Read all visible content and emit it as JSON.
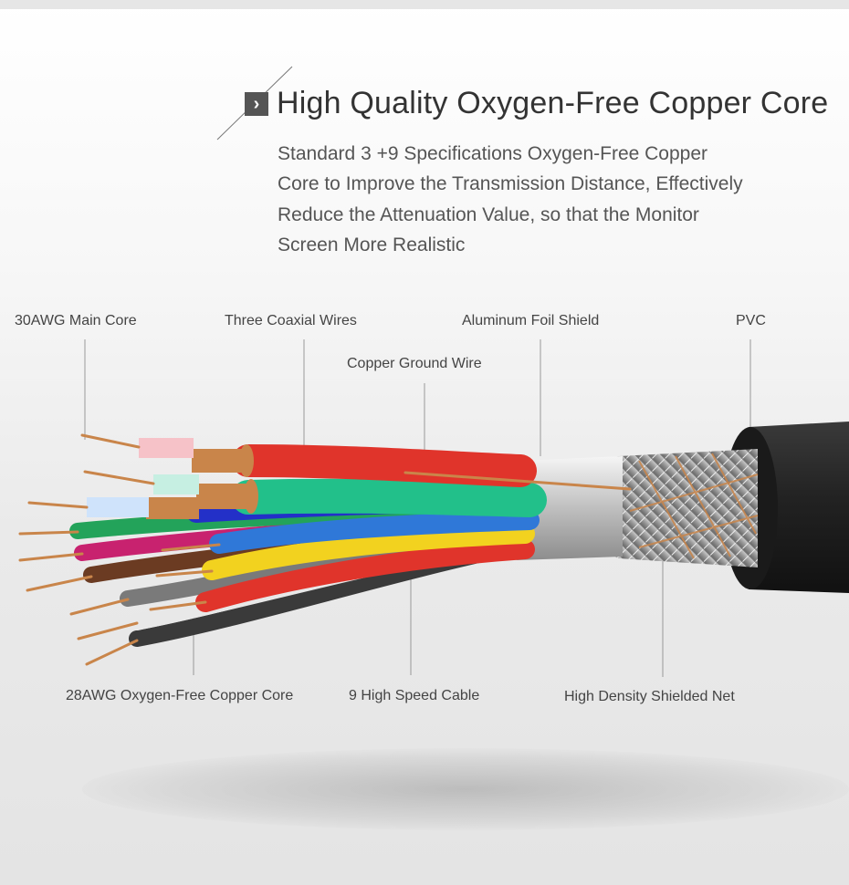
{
  "heading": {
    "icon": "chevron-right-icon",
    "title": "High Quality Oxygen-Free Copper Core"
  },
  "description": {
    "lines": [
      "Standard 3 +9 Specifications Oxygen-Free Copper",
      "Core to Improve the Transmission Distance, Effectively",
      "Reduce the Attenuation Value, so that the Monitor",
      "Screen More Realistic"
    ]
  },
  "labels": {
    "main_core": "30AWG Main Core",
    "coaxial": "Three Coaxial Wires",
    "ground_wire": "Copper Ground Wire",
    "foil": "Aluminum Foil Shield",
    "pvc": "PVC",
    "copper_core": "28AWG Oxygen-Free Copper Core",
    "high_speed": "9 High Speed Cable",
    "shield_net": "High Density Shielded Net"
  },
  "colors": {
    "copper": "#c9854a",
    "wire_red": "#e0342b",
    "wire_green": "#22c08a",
    "wire_blue": "#2f78d8",
    "wire_yellow": "#f2d21f",
    "jacket": "#2a2a2a"
  }
}
